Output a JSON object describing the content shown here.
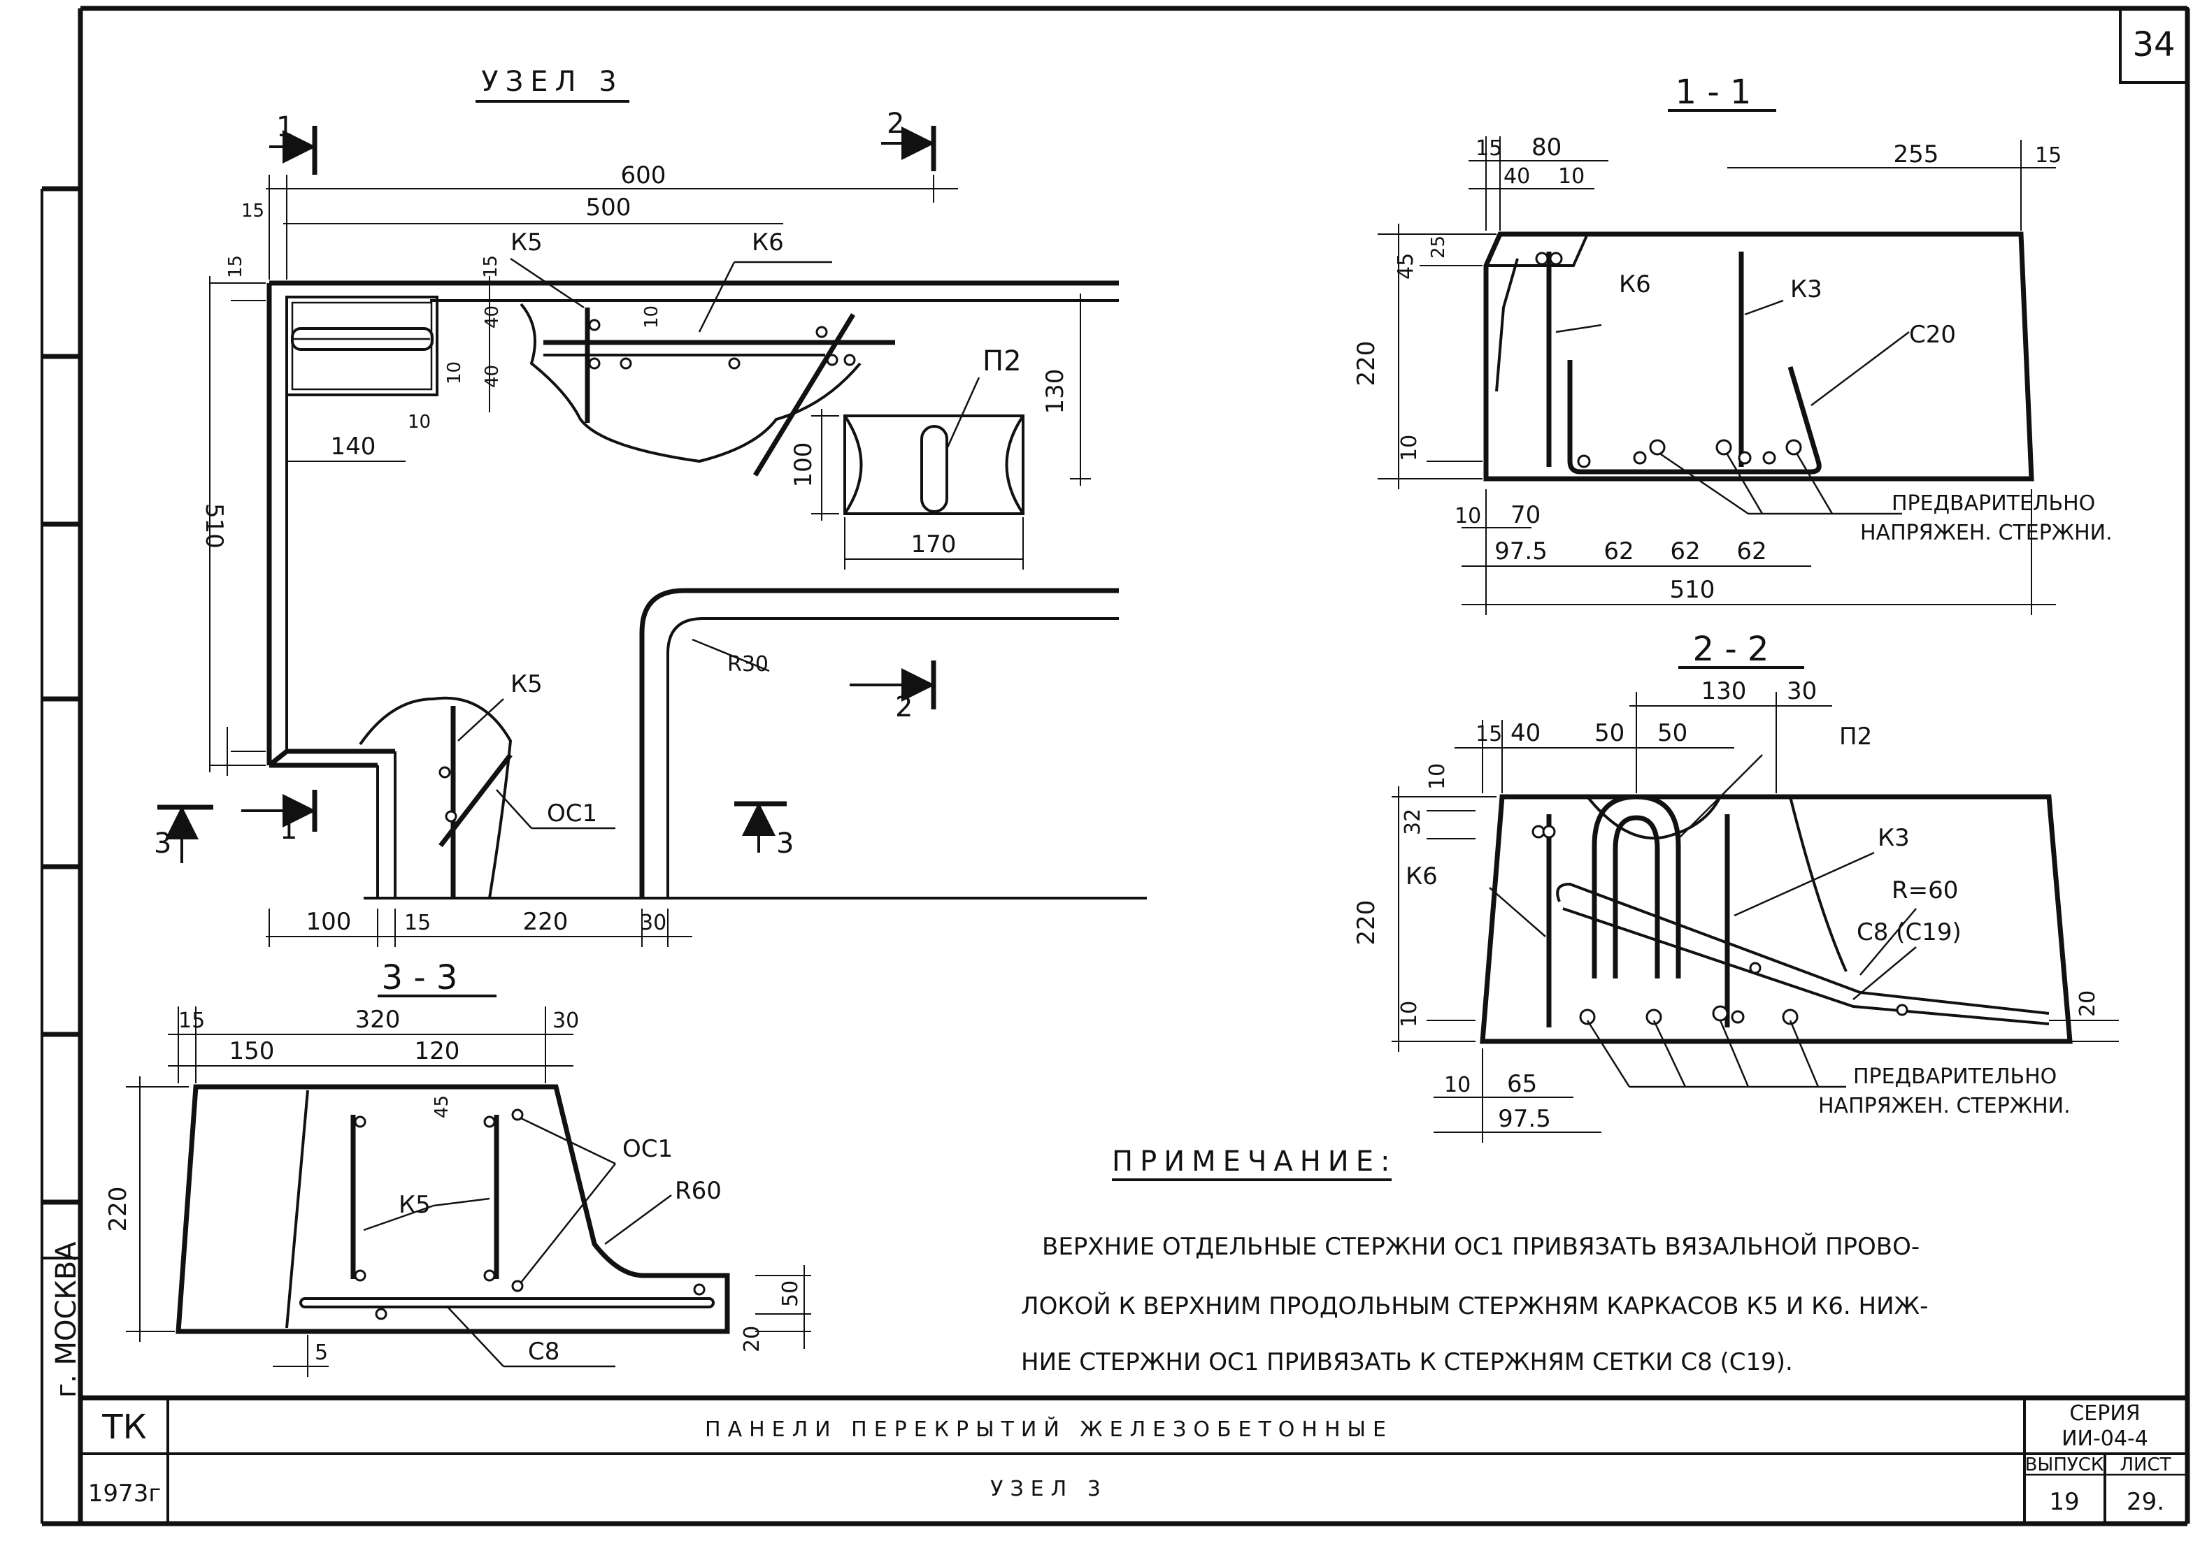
{
  "sheet": {
    "page_number": "34"
  },
  "detail_uzel3": {
    "title": "УЗЕЛ 3",
    "cut_1": "1",
    "cut_2": "2",
    "cut_3": "3",
    "dims": {
      "d600": "600",
      "d500": "500",
      "d15a": "15",
      "d15b": "15",
      "d15c": "15",
      "d40a": "40",
      "d10a": "10",
      "d40b": "40",
      "d10b": "10",
      "d10c": "10",
      "d140": "140",
      "d510": "510",
      "d130": "130",
      "d100": "100",
      "d170": "170",
      "b100": "100",
      "b15": "15",
      "b220": "220",
      "b30": "30"
    },
    "labels": {
      "k5_top": "К5",
      "k6_top": "К6",
      "p2": "П2",
      "r30": "R30",
      "k5_low": "К5",
      "oc1": "ОС1"
    }
  },
  "section_1_1": {
    "title": "1 - 1",
    "dims": {
      "t15a": "15",
      "t80": "80",
      "t40": "40",
      "t10": "10",
      "t255": "255",
      "t15b": "15",
      "v45": "45",
      "v25": "25",
      "v220": "220",
      "v10": "10",
      "b10": "10",
      "b70": "70",
      "b975": "97.5",
      "b62a": "62",
      "b62b": "62",
      "b62c": "62",
      "b510": "510"
    },
    "labels": {
      "k6": "К6",
      "k3": "К3",
      "c20": "С20",
      "note_line1": "ПРЕДВАРИТЕЛЬНО",
      "note_line2": "НАПРЯЖЕН. СТЕРЖНИ."
    }
  },
  "section_2_2": {
    "title": "2 - 2",
    "dims": {
      "t130": "130",
      "t30": "30",
      "t15": "15",
      "t40": "40",
      "t50a": "50",
      "t50b": "50",
      "v10": "10",
      "v32": "32",
      "v220": "220",
      "v10b": "10",
      "v20": "20",
      "b10": "10",
      "b65": "65",
      "b975": "97.5"
    },
    "labels": {
      "p2": "П2",
      "k3": "К3",
      "k6": "К6",
      "r60": "R=60",
      "c8": "С8 (С19)",
      "note_line1": "ПРЕДВАРИТЕЛЬНО",
      "note_line2": "НАПРЯЖЕН. СТЕРЖНИ."
    }
  },
  "section_3_3": {
    "title": "3 - 3",
    "dims": {
      "t15": "15",
      "t320": "320",
      "t30": "30",
      "t150": "150",
      "t120": "120",
      "t45": "45",
      "v220": "220",
      "v50": "50",
      "v20": "20",
      "b5": "5"
    },
    "labels": {
      "oc1": "ОС1",
      "k5": "К5",
      "r60": "R60",
      "c8": "С8"
    }
  },
  "note": {
    "heading": "ПРИМЕЧАНИЕ:",
    "line1": "ВЕРХНИЕ ОТДЕЛЬНЫЕ СТЕРЖНИ ОС1 ПРИВЯЗАТЬ ВЯЗАЛЬНОЙ ПРОВО-",
    "line2": "ЛОКОЙ К ВЕРХНИМ ПРОДОЛЬНЫМ СТЕРЖНЯМ КАРКАСОВ К5 И К6. НИЖ-",
    "line3": "НИЕ СТЕРЖНИ ОС1 ПРИВЯЗАТЬ К СТЕРЖНЯМ СЕТКИ С8 (С19)."
  },
  "title_block": {
    "org": "ТК",
    "year": "1973г",
    "name": "ПАНЕЛИ ПЕРЕКРЫТИЙ ЖЕЛЕЗОБЕТОННЫЕ",
    "subtitle": "УЗЕЛ 3",
    "series_label": "СЕРИЯ",
    "series_value": "ИИ-04-4",
    "issue_label": "ВЫПУСК",
    "issue_value": "19",
    "sheet_label": "ЛИСТ",
    "sheet_value": "29."
  },
  "side_strip": {
    "city": "г. МОСКВА"
  }
}
